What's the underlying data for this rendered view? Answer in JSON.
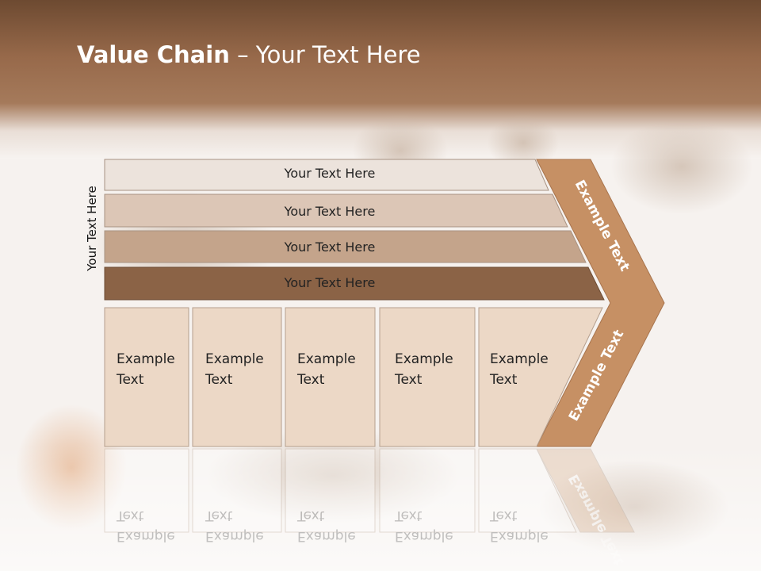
{
  "title": {
    "bold": "Value Chain",
    "rest": " – Your Text Here"
  },
  "side_label": "Your Text Here",
  "bars": [
    {
      "label": "Your Text Here",
      "color": "#ece3dc"
    },
    {
      "label": "Your Text Here",
      "color": "#dcc6b6"
    },
    {
      "label": "Your Text Here",
      "color": "#c4a48b"
    },
    {
      "label": "Your Text Here",
      "color": "#8b6346"
    }
  ],
  "boxes": [
    {
      "line1": "Example",
      "line2": "Text"
    },
    {
      "line1": "Example",
      "line2": "Text"
    },
    {
      "line1": "Example",
      "line2": "Text"
    },
    {
      "line1": "Example",
      "line2": "Text"
    },
    {
      "line1": "Example",
      "line2": "Text"
    }
  ],
  "arrow": {
    "upper_text": "Example Text",
    "lower_text": "Example Text",
    "color": "#c69064"
  },
  "colors": {
    "header": "#8a6243",
    "box_fill": "#ecd8c6",
    "box_border": "#b59f8d"
  }
}
